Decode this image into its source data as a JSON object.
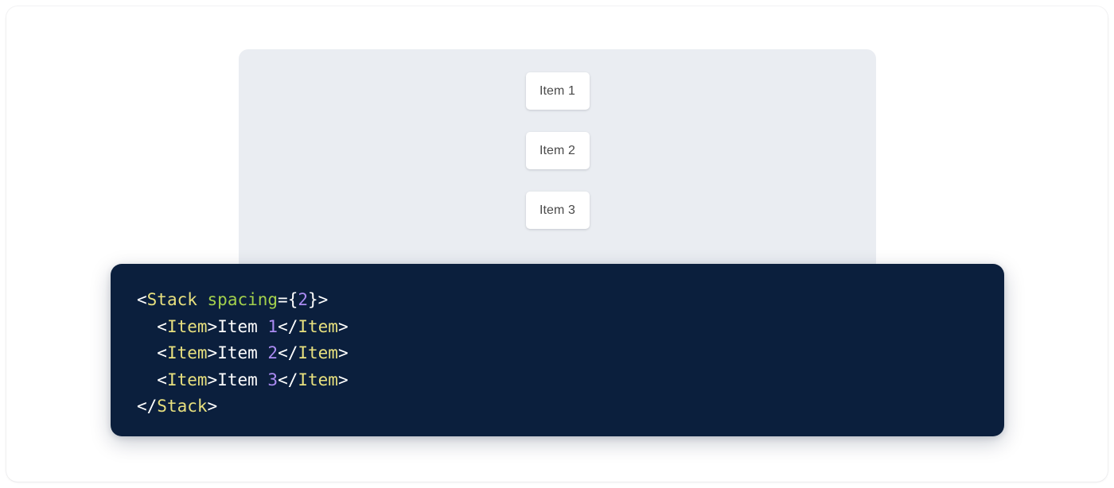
{
  "preview": {
    "panel_background": "#eaedf2",
    "items": [
      {
        "label": "Item 1"
      },
      {
        "label": "Item 2"
      },
      {
        "label": "Item 3"
      }
    ]
  },
  "code": {
    "background": "#0b1f3d",
    "language": "jsx",
    "colors": {
      "tag": "#e8e07e",
      "attribute": "#a3d04c",
      "number": "#ab8bf2",
      "punctuation": "#ffffff",
      "text": "#ffffff"
    },
    "lines": [
      {
        "indent": "",
        "tokens": [
          {
            "type": "punct",
            "text": "<"
          },
          {
            "type": "tag",
            "text": "Stack"
          },
          {
            "type": "text",
            "text": " "
          },
          {
            "type": "attr",
            "text": "spacing"
          },
          {
            "type": "punct",
            "text": "={"
          },
          {
            "type": "num",
            "text": "2"
          },
          {
            "type": "punct",
            "text": "}>"
          }
        ]
      },
      {
        "indent": "  ",
        "tokens": [
          {
            "type": "punct",
            "text": "<"
          },
          {
            "type": "tag",
            "text": "Item"
          },
          {
            "type": "punct",
            "text": ">"
          },
          {
            "type": "text",
            "text": "Item "
          },
          {
            "type": "num",
            "text": "1"
          },
          {
            "type": "punct",
            "text": "</"
          },
          {
            "type": "tag",
            "text": "Item"
          },
          {
            "type": "punct",
            "text": ">"
          }
        ]
      },
      {
        "indent": "  ",
        "tokens": [
          {
            "type": "punct",
            "text": "<"
          },
          {
            "type": "tag",
            "text": "Item"
          },
          {
            "type": "punct",
            "text": ">"
          },
          {
            "type": "text",
            "text": "Item "
          },
          {
            "type": "num",
            "text": "2"
          },
          {
            "type": "punct",
            "text": "</"
          },
          {
            "type": "tag",
            "text": "Item"
          },
          {
            "type": "punct",
            "text": ">"
          }
        ]
      },
      {
        "indent": "  ",
        "tokens": [
          {
            "type": "punct",
            "text": "<"
          },
          {
            "type": "tag",
            "text": "Item"
          },
          {
            "type": "punct",
            "text": ">"
          },
          {
            "type": "text",
            "text": "Item "
          },
          {
            "type": "num",
            "text": "3"
          },
          {
            "type": "punct",
            "text": "</"
          },
          {
            "type": "tag",
            "text": "Item"
          },
          {
            "type": "punct",
            "text": ">"
          }
        ]
      },
      {
        "indent": "",
        "tokens": [
          {
            "type": "punct",
            "text": "</"
          },
          {
            "type": "tag",
            "text": "Stack"
          },
          {
            "type": "punct",
            "text": ">"
          }
        ]
      }
    ]
  }
}
